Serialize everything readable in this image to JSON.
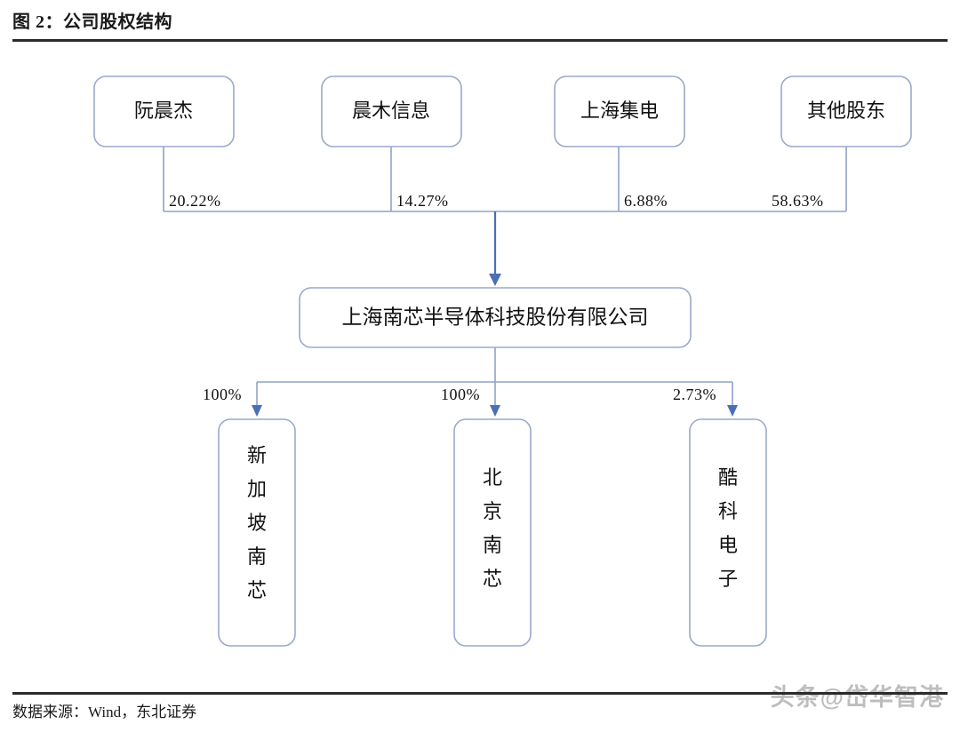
{
  "figure": {
    "title": "图 2：公司股权结构",
    "source_label": "数据来源：Wind，东北证券"
  },
  "watermark": {
    "text": "头条@岱华智港"
  },
  "colors": {
    "box_border": "#9aa8cc",
    "connector": "#8fa2ca",
    "arrow": "#4a6fb5",
    "rule": "#2b2b2b",
    "text": "#111111"
  },
  "chart_data": {
    "type": "diagram",
    "title": "图 2：公司股权结构",
    "subtype": "ownership-structure-tree",
    "shareholders": [
      {
        "name": "阮晨杰",
        "stake": "20.22%"
      },
      {
        "name": "晨木信息",
        "stake": "14.27%"
      },
      {
        "name": "上海集电",
        "stake": "6.88%"
      },
      {
        "name": "其他股东",
        "stake": "58.63%"
      }
    ],
    "company": {
      "name": "上海南芯半导体科技股份有限公司"
    },
    "subsidiaries": [
      {
        "name": "新加坡南芯",
        "stake": "100%"
      },
      {
        "name": "北京南芯",
        "stake": "100%"
      },
      {
        "name": "酷科电子",
        "stake": "2.73%"
      }
    ]
  }
}
